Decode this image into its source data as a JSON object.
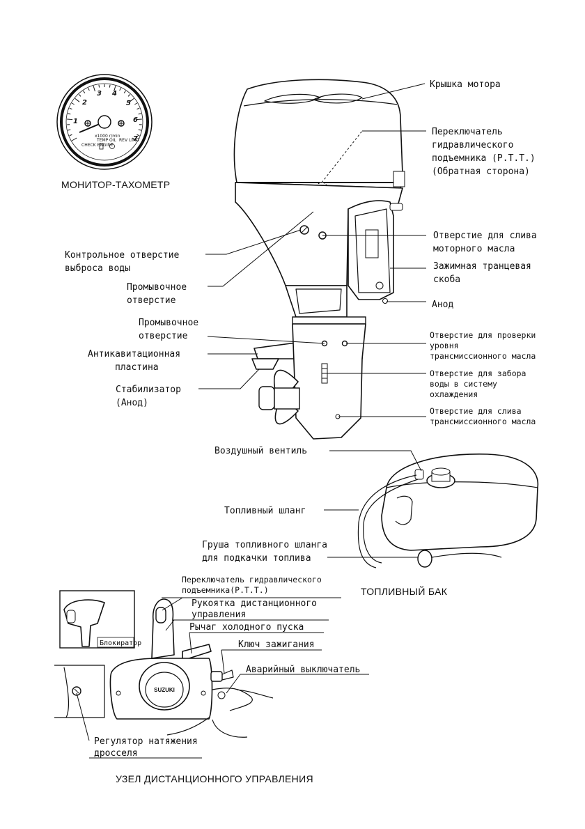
{
  "sections": {
    "tachometer": "МОНИТОР-ТАХОМЕТР",
    "fuel_tank": "ТОПЛИВНЫЙ БАК",
    "remote_control": "УЗЕЛ ДИСТАНЦИОННОГО УПРАВЛЕНИЯ"
  },
  "tachometer": {
    "numbers": [
      "1",
      "2",
      "3",
      "4",
      "5",
      "6",
      "7"
    ],
    "unit": "x1000 r/min",
    "indicators": [
      "CHECK ENGINE",
      "TEMP",
      "OIL",
      "REV LIMIT"
    ]
  },
  "motor_labels": {
    "engine_cover": "Крышка мотора",
    "ptt_switch_1": "Переключатель",
    "ptt_switch_2": "гидравлического",
    "ptt_switch_3": "подъемника (P.T.T.)",
    "ptt_switch_4": "(Обратная сторона)",
    "oil_drain_1": "Отверстие для слива",
    "oil_drain_2": "моторного масла",
    "clamp_1": "Зажимная транцевая",
    "clamp_2": "скоба",
    "anode": "Анод",
    "gear_check_1": "Отверстие для проверки",
    "gear_check_2": "уровня",
    "gear_check_3": "трансмиссионного масла",
    "water_intake_1": "Отверстие для забора",
    "water_intake_2": "воды в систему",
    "water_intake_3": "охлаждения",
    "gear_drain_1": "Отверстие для слива",
    "gear_drain_2": "трансмиссионного масла",
    "pilot_1": "Контрольное отверстие",
    "pilot_2": "выброса воды",
    "flush1_1": "Промывочное",
    "flush1_2": "отверстие",
    "flush2_1": "Промывочное",
    "flush2_2": "отверстие",
    "antiv_1": "Антикавитационная",
    "antiv_2": "пластина",
    "trim_tab_1": "Стабилизатор",
    "trim_tab_2": "(Анод)"
  },
  "tank_labels": {
    "air_vent": "Воздушный вентиль",
    "fuel_hose": "Топливный шланг",
    "primer_1": "Груша топливного шланга",
    "primer_2": "для подкачки топлива"
  },
  "remote_labels": {
    "ptt_1": "Переключатель гидравлического",
    "ptt_2": "подъемника(P.T.T.)",
    "handle_1": "Рукоятка дистанционного",
    "handle_2": "управления",
    "fast_idle": "Рычаг холодного пуска",
    "ignition": "Ключ зажигания",
    "stop_switch": "Аварийный выключатель",
    "lock": "Блокиратор",
    "throttle_1": "Регулятор натяжения",
    "throttle_2": "дросселя",
    "brand": "SUZUKI"
  }
}
